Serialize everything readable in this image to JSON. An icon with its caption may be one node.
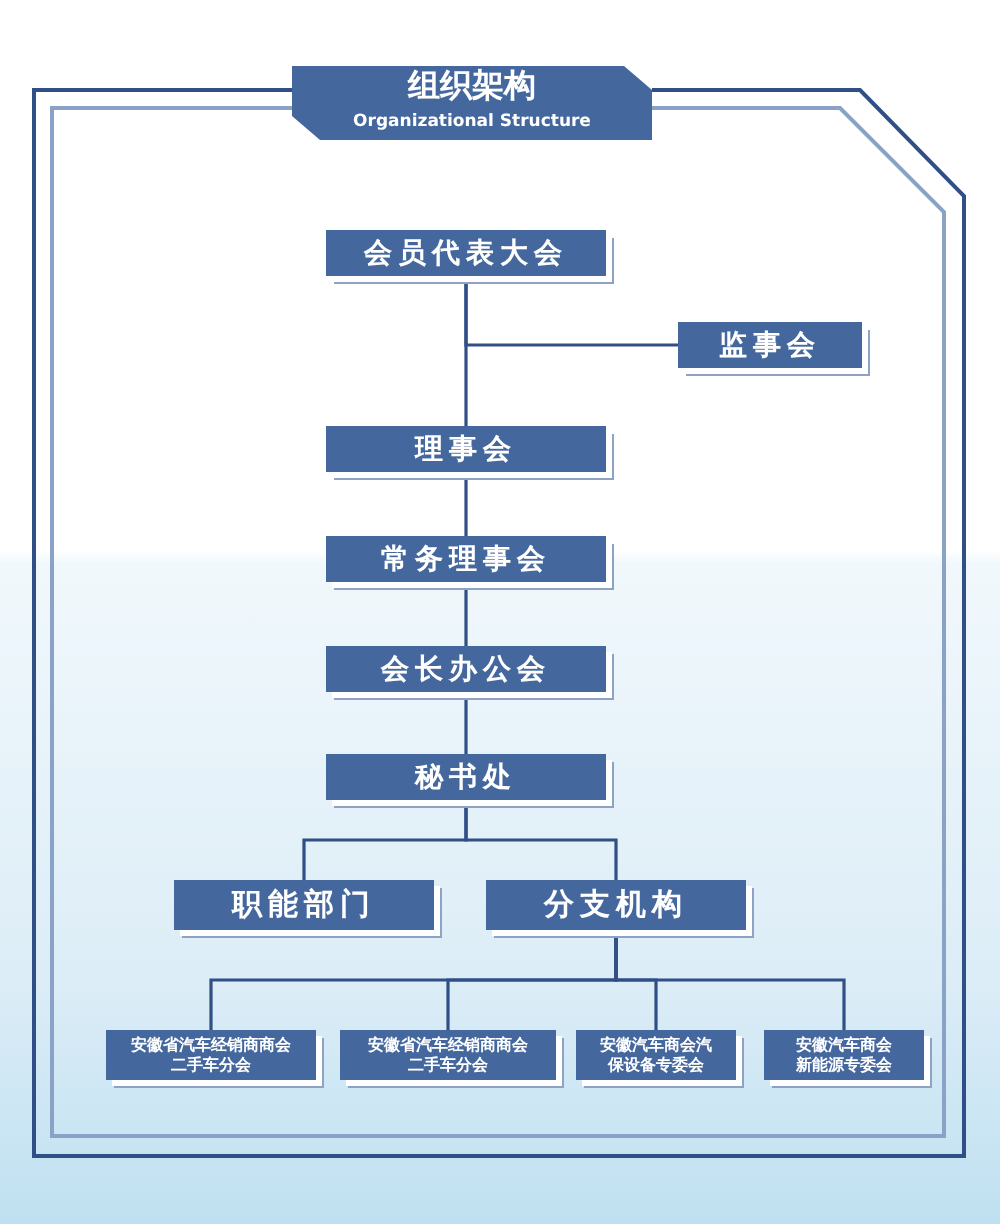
{
  "diagram": {
    "title": "组织架构",
    "nodes": [
      {
        "text": [
          "会员代表大会"
        ]
      },
      {
        "text": [
          "监事会"
        ]
      },
      {
        "text": [
          "理事会"
        ]
      },
      {
        "text": [
          "常务理事会"
        ]
      },
      {
        "text": [
          "会长办公会"
        ]
      },
      {
        "text": [
          "秘书处"
        ]
      },
      {
        "text": [
          "职能部门"
        ]
      },
      {
        "text": [
          "分支机构"
        ]
      },
      {
        "text": [
          "安徽省汽车经销商商会二手车分会"
        ]
      },
      {
        "text": [
          "安徽省汽车经销商商会二手车分会"
        ]
      },
      {
        "text": [
          "安徽汽车商会汽保设备专委会"
        ]
      },
      {
        "text": [
          "安徽汽车商会新能源专委会"
        ]
      }
    ],
    "edges": [
      {
        "from": 0,
        "to": 2,
        "arrow": "none"
      },
      {
        "from": 0,
        "to": 1,
        "arrow": "none"
      },
      {
        "from": 2,
        "to": 3,
        "arrow": "none"
      },
      {
        "from": 3,
        "to": 4,
        "arrow": "none"
      },
      {
        "from": 4,
        "to": 5,
        "arrow": "none"
      },
      {
        "from": 5,
        "to": 6,
        "arrow": "none"
      },
      {
        "from": 5,
        "to": 7,
        "arrow": "none"
      },
      {
        "from": 7,
        "to": 8,
        "arrow": "none"
      },
      {
        "from": 7,
        "to": 9,
        "arrow": "none"
      },
      {
        "from": 7,
        "to": 10,
        "arrow": "none"
      },
      {
        "from": 7,
        "to": 11,
        "arrow": "none"
      }
    ],
    "labels": [
      "Organizational Structure"
    ]
  }
}
